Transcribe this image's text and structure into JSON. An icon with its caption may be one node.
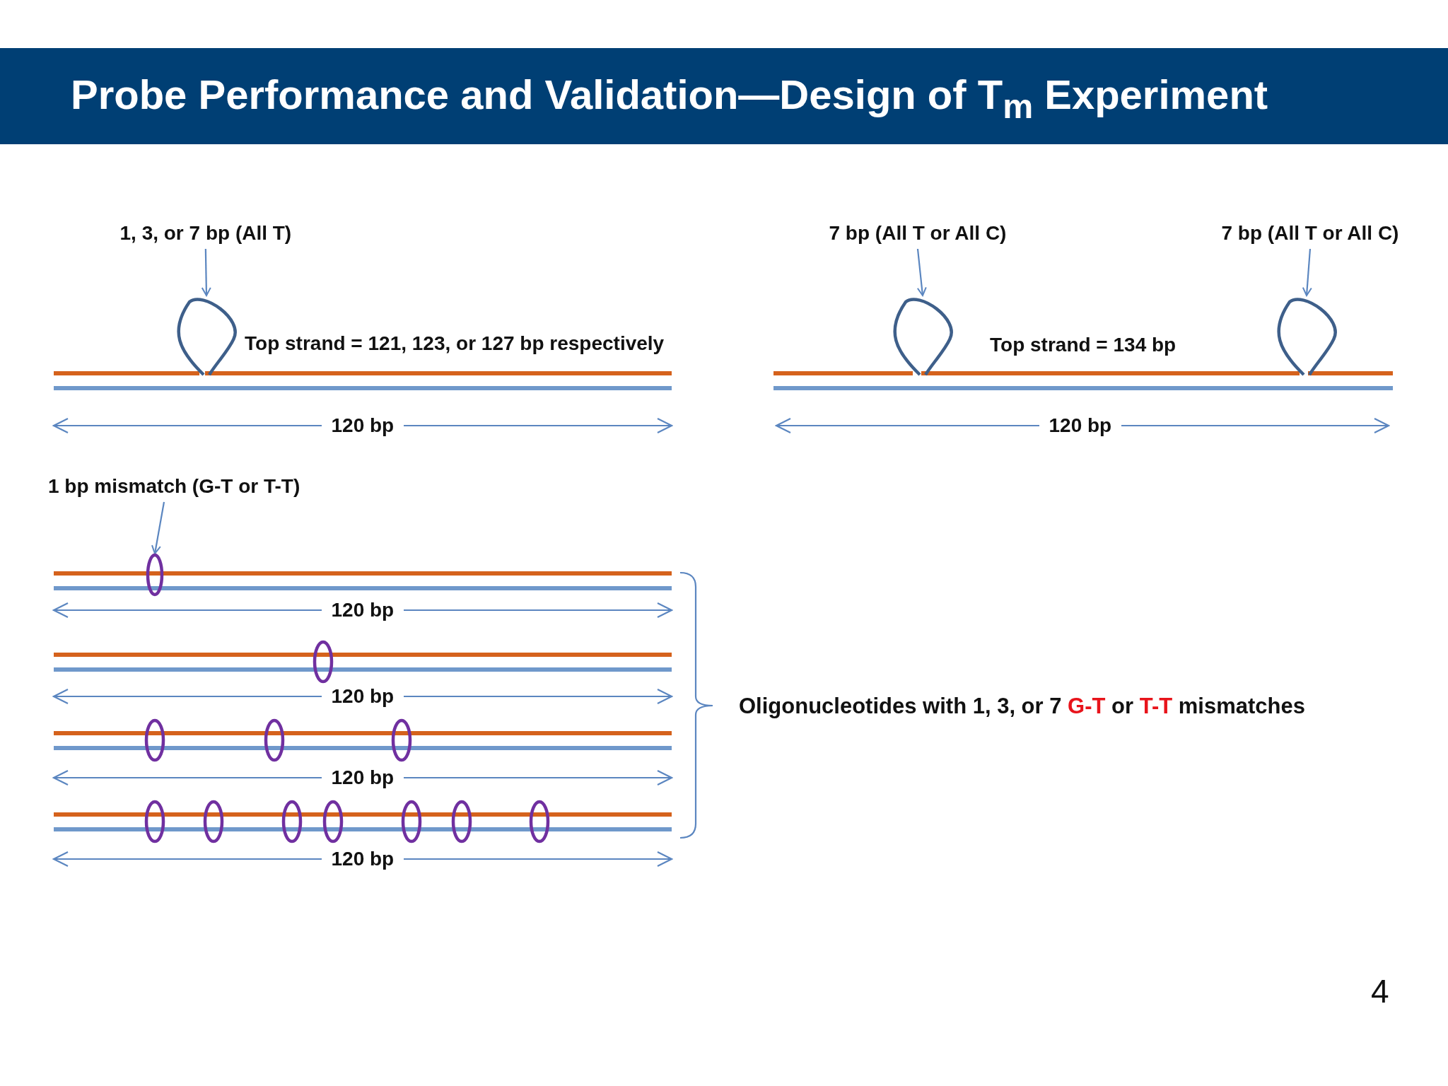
{
  "diagram": {
    "title": "Probe Performance and Validation—Design of T$_{m}$ Experiment",
    "nodes": [
      {
        "text": [
          "1, 3, or 7 bp (All T)"
        ]
      },
      {
        "text": [],
        "shape": "loop"
      },
      {
        "text": [
          "7 bp (All T or All C)"
        ]
      },
      {
        "text": [
          "7 bp (All T or All C)"
        ]
      },
      {
        "text": [],
        "shape": "loop"
      },
      {
        "text": [],
        "shape": "loop"
      },
      {
        "text": [
          "1 bp mismatch (G-T or T-T)"
        ]
      },
      {
        "text": [],
        "shape": "ellipse"
      }
    ],
    "edges": [
      {
        "from": 0,
        "to": 1,
        "arrow": "to"
      },
      {
        "from": 2,
        "to": 4,
        "arrow": "to"
      },
      {
        "from": 3,
        "to": 5,
        "arrow": "to"
      },
      {
        "from": 6,
        "to": 7,
        "arrow": "to"
      }
    ],
    "labels": [
      "Top strand = 121, 123, or 127 bp respectively",
      "120 bp",
      "Top strand = 134 bp",
      "120 bp",
      "120 bp",
      "120 bp",
      "120 bp",
      "120 bp",
      "Oligonucleotides with 1, 3, or 7 *G-T* or *T-T* mismatches",
      "4"
    ]
  }
}
